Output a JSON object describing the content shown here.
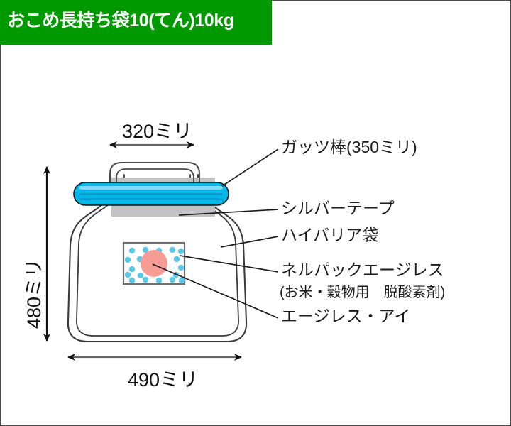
{
  "header": {
    "title": "おこめ長持ち袋10(てん)10kg",
    "background_color": "#009900",
    "text_color": "#ffffff"
  },
  "diagram": {
    "dimensions": {
      "top_width": "320ミリ",
      "bottom_width": "490ミリ",
      "height": "480ミリ"
    },
    "callouts": [
      {
        "id": "gattsu-bou",
        "label": "ガッツ棒(350ミリ)"
      },
      {
        "id": "silver-tape",
        "label": "シルバーテープ"
      },
      {
        "id": "high-barrier-bag",
        "label": "ハイバリア袋"
      },
      {
        "id": "nelpack-ageless",
        "label": "ネルパックエージレス"
      },
      {
        "id": "nelpack-ageless-sub",
        "label": "(お米・穀物用　脱酸素剤)"
      },
      {
        "id": "ageless-eye",
        "label": "エージレス・アイ"
      }
    ],
    "colors": {
      "bar": "#00b9ea",
      "bar_highlight": "#66d9f5",
      "bar_shadow": "#0098c4",
      "tape": "#c2c2c2",
      "bag_outline": "#333333",
      "sachet_dot": "#5cc8e8",
      "ageless_eye": "#f79b95",
      "sachet_border": "#777777",
      "leader_line": "#1a1a1a"
    }
  }
}
